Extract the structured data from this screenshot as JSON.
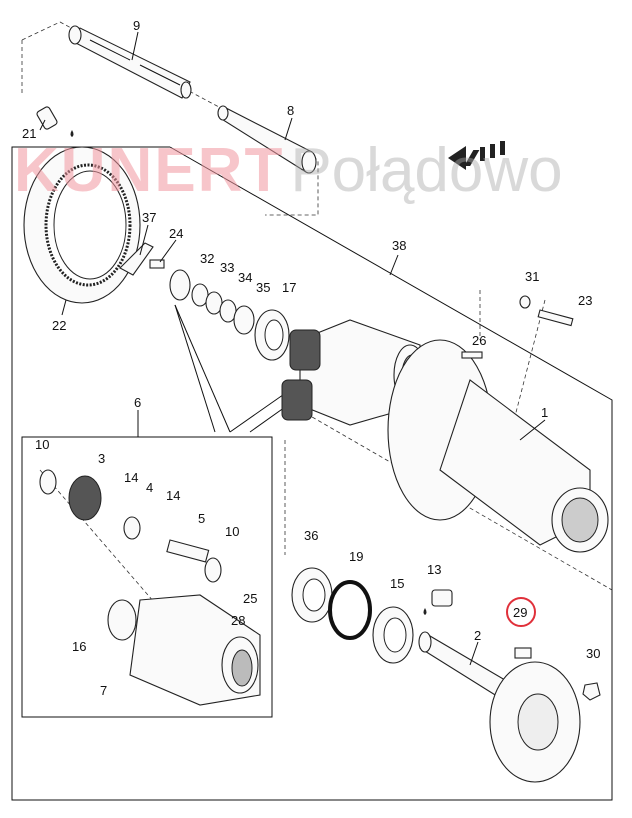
{
  "watermark": {
    "brand": "KUNERT",
    "place": "Połądowo"
  },
  "callouts": {
    "c9": "9",
    "c8": "8",
    "c21": "21",
    "c37": "37",
    "c24": "24",
    "c22": "22",
    "c32": "32",
    "c33": "33",
    "c34": "34",
    "c35": "35",
    "c17": "17",
    "c38": "38",
    "c31": "31",
    "c23": "23",
    "c26": "26",
    "c1": "1",
    "c6": "6",
    "c10a": "10",
    "c3": "3",
    "c14a": "14",
    "c4": "4",
    "c14b": "14",
    "c5": "5",
    "c10b": "10",
    "c25": "25",
    "c28": "28",
    "c16": "16",
    "c7": "7",
    "c36": "36",
    "c19": "19",
    "c13": "13",
    "c15": "15",
    "c29": "29",
    "c2": "2",
    "c30": "30"
  },
  "highlight": {
    "callout": "29",
    "color": "#e0303a"
  },
  "direction_arrow": "arrow-left-icon"
}
